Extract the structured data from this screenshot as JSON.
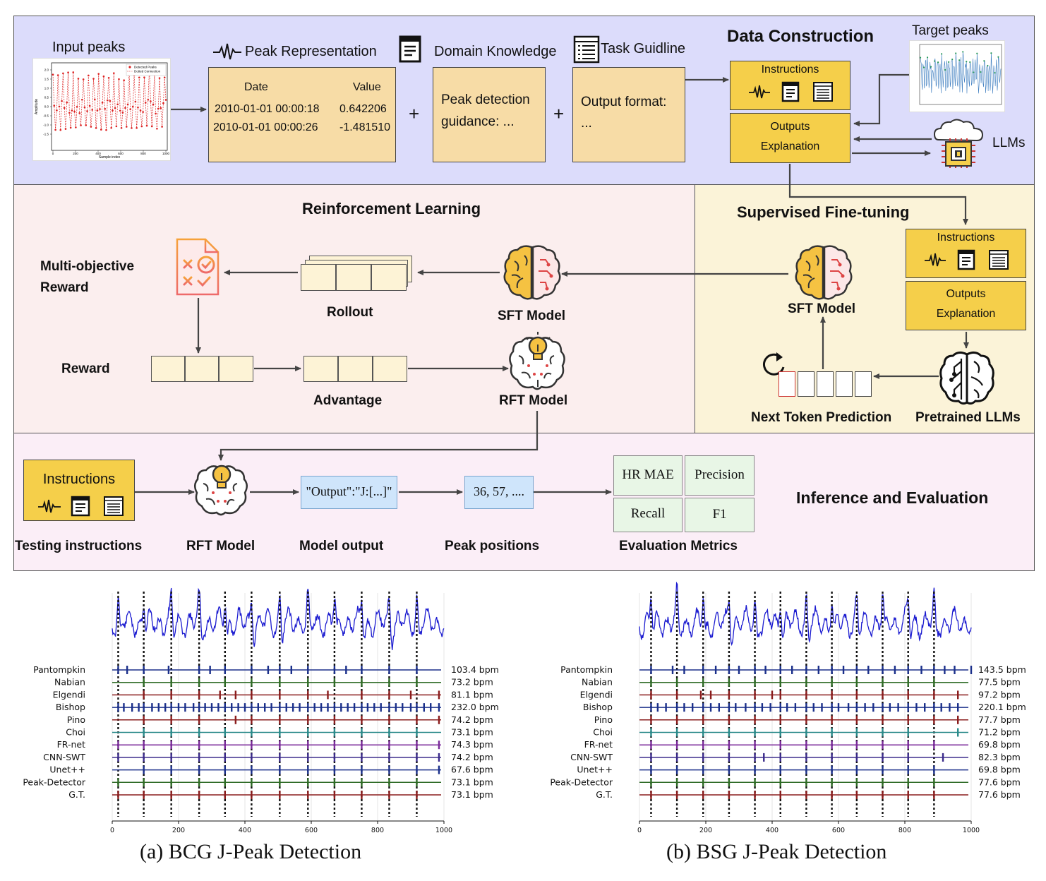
{
  "data_construction": {
    "title": "Data Construction",
    "input_peaks_label": "Input peaks",
    "input_plot": {
      "ylabel": "Amplitude",
      "xlabel": "Sample index",
      "legend": [
        "Detected Peaks",
        "Dotted Connection"
      ],
      "yticks": [
        "2.0",
        "1.5",
        "1.0",
        "0.5",
        "0.0",
        "-0.5",
        "-1.0",
        "-1.5"
      ],
      "xticks": [
        "0",
        "200",
        "400",
        "600",
        "800",
        "1000"
      ]
    },
    "peak_representation_label": "Peak Representation",
    "domain_knowledge_label": "Domain Knowledge",
    "task_guideline_label": "Task Guidline",
    "table": {
      "col_date": "Date",
      "col_value": "Value",
      "rows": [
        {
          "date": "2010-01-01 00:00:18",
          "value": "0.642206"
        },
        {
          "date": "2010-01-01 00:00:26",
          "value": "-1.481510"
        }
      ]
    },
    "plus": "+",
    "guidance_text_1": "Peak detection",
    "guidance_text_2": "guidance: ...",
    "output_format_1": "Output format:",
    "output_format_2": "...",
    "instructions": "Instructions",
    "outputs": "Outputs",
    "explanation": "Explanation",
    "target_peaks_label": "Target peaks",
    "llms_label": "LLMs"
  },
  "rl": {
    "title": "Reinforcement Learning",
    "reward_title_1": "Multi-objective",
    "reward_title_2": "Reward",
    "rollout": "Rollout",
    "sft_model": "SFT Model",
    "reward": "Reward",
    "advantage": "Advantage",
    "rft_model": "RFT Model"
  },
  "sft": {
    "title": "Supervised Fine-tuning",
    "instructions": "Instructions",
    "outputs": "Outputs",
    "explanation": "Explanation",
    "sft_model": "SFT Model",
    "next_token": "Next Token Prediction",
    "pretrained": "Pretrained LLMs"
  },
  "inference": {
    "title": "Inference and Evaluation",
    "instructions": "Instructions",
    "testing_instructions": "Testing instructions",
    "rft_model": "RFT Model",
    "model_output_box": "\"Output\":\"J:[...]\"",
    "model_output": "Model output",
    "peaks_box": "36, 57, ....",
    "peak_positions": "Peak positions",
    "metrics": [
      "HR MAE",
      "Precision",
      "Recall",
      "F1"
    ],
    "eval_metrics": "Evaluation Metrics"
  },
  "chart_data": [
    {
      "type": "line",
      "title": "(a) BCG J-Peak Detection",
      "xlim": [
        0,
        1000
      ],
      "xticks": [
        "0",
        "200",
        "400",
        "600",
        "800",
        "1000"
      ],
      "gt_peaks": [
        18,
        95,
        178,
        262,
        340,
        420,
        505,
        590,
        670,
        752,
        835,
        918
      ],
      "methods": [
        {
          "name": "Pantompkin",
          "bpm": "103.4 bpm",
          "color": "#1a2f8a",
          "peaks": [
            18,
            45,
            95,
            170,
            262,
            295,
            340,
            420,
            470,
            505,
            540,
            590,
            670,
            705,
            752,
            835,
            918
          ]
        },
        {
          "name": "Nabian",
          "bpm": "73.2 bpm",
          "color": "#2e6b25",
          "peaks": [
            95,
            178,
            262,
            340,
            420,
            505,
            590,
            670,
            752,
            835,
            918
          ]
        },
        {
          "name": "Elgendi",
          "bpm": "81.1 bpm",
          "color": "#8a1c1c",
          "peaks": [
            95,
            178,
            262,
            325,
            372,
            420,
            505,
            590,
            650,
            752,
            835,
            900,
            985
          ]
        },
        {
          "name": "Bishop",
          "bpm": "232.0 bpm",
          "color": "#1a2f8a",
          "peaks": [
            18,
            35,
            60,
            80,
            95,
            120,
            140,
            160,
            178,
            200,
            220,
            245,
            262,
            280,
            300,
            320,
            340,
            360,
            380,
            400,
            420,
            440,
            460,
            480,
            505,
            525,
            545,
            565,
            590,
            610,
            630,
            650,
            670,
            690,
            710,
            730,
            752,
            770,
            790,
            810,
            835,
            855,
            875,
            900,
            918,
            940,
            960,
            985
          ]
        },
        {
          "name": "Pino",
          "bpm": "74.2 bpm",
          "color": "#8a1c1c",
          "peaks": [
            95,
            178,
            262,
            372,
            420,
            505,
            590,
            670,
            752,
            835,
            918,
            985
          ]
        },
        {
          "name": "Choi",
          "bpm": "73.1 bpm",
          "color": "#2a8a8a",
          "peaks": [
            95,
            178,
            262,
            340,
            420,
            505,
            590,
            670,
            752,
            835,
            918
          ]
        },
        {
          "name": "FR-net",
          "bpm": "74.3 bpm",
          "color": "#7a2a9a",
          "peaks": [
            18,
            95,
            178,
            262,
            340,
            420,
            505,
            590,
            670,
            752,
            835,
            918,
            985
          ]
        },
        {
          "name": "CNN-SWT",
          "bpm": "74.2 bpm",
          "color": "#3a2a8a",
          "peaks": [
            18,
            95,
            178,
            262,
            340,
            420,
            505,
            590,
            670,
            752,
            835,
            918,
            985
          ]
        },
        {
          "name": "Unet++",
          "bpm": "67.6 bpm",
          "color": "#1a2f8a",
          "peaks": [
            95,
            178,
            262,
            340,
            420,
            505,
            590,
            670,
            752,
            835,
            918,
            985
          ]
        },
        {
          "name": "Peak-Detector",
          "bpm": "73.1 bpm",
          "color": "#2e6b25",
          "peaks": [
            18,
            95,
            178,
            262,
            340,
            420,
            505,
            590,
            670,
            752,
            835,
            918
          ]
        },
        {
          "name": "G.T.",
          "bpm": "73.1 bpm",
          "color": "#8a1c1c",
          "peaks": [
            18,
            95,
            178,
            262,
            340,
            420,
            505,
            590,
            670,
            752,
            835,
            918
          ]
        }
      ]
    },
    {
      "type": "line",
      "title": "(b) BSG J-Peak Detection",
      "xlim": [
        0,
        1000
      ],
      "xticks": [
        "0",
        "200",
        "400",
        "600",
        "800",
        "1000"
      ],
      "gt_peaks": [
        35,
        113,
        192,
        270,
        348,
        425,
        503,
        580,
        655,
        733,
        810,
        888
      ],
      "methods": [
        {
          "name": "Pantompkin",
          "bpm": "143.5 bpm",
          "color": "#1a2f8a",
          "peaks": [
            35,
            100,
            135,
            192,
            230,
            270,
            300,
            348,
            380,
            425,
            460,
            503,
            540,
            580,
            615,
            655,
            690,
            733,
            770,
            810,
            850,
            888,
            920,
            950,
            1000
          ]
        },
        {
          "name": "Nabian",
          "bpm": "77.5 bpm",
          "color": "#2e6b25",
          "peaks": [
            35,
            113,
            192,
            270,
            348,
            425,
            503,
            580,
            655,
            733,
            810,
            888
          ]
        },
        {
          "name": "Elgendi",
          "bpm": "97.2 bpm",
          "color": "#8a1c1c",
          "peaks": [
            35,
            113,
            185,
            215,
            270,
            348,
            400,
            425,
            503,
            580,
            655,
            733,
            810,
            888,
            960
          ]
        },
        {
          "name": "Bishop",
          "bpm": "220.1 bpm",
          "color": "#1a2f8a",
          "peaks": [
            35,
            55,
            80,
            113,
            135,
            160,
            192,
            215,
            240,
            270,
            290,
            320,
            348,
            370,
            395,
            425,
            445,
            470,
            503,
            525,
            550,
            580,
            600,
            630,
            655,
            680,
            705,
            733,
            755,
            780,
            810,
            835,
            860,
            888,
            910,
            935,
            960
          ]
        },
        {
          "name": "Pino",
          "bpm": "77.7 bpm",
          "color": "#8a1c1c",
          "peaks": [
            35,
            113,
            192,
            270,
            348,
            425,
            503,
            580,
            655,
            733,
            810,
            888,
            960
          ]
        },
        {
          "name": "Choi",
          "bpm": "71.2 bpm",
          "color": "#2a8a8a",
          "peaks": [
            35,
            113,
            192,
            270,
            348,
            425,
            503,
            580,
            655,
            733,
            810,
            960
          ]
        },
        {
          "name": "FR-net",
          "bpm": "69.8 bpm",
          "color": "#7a2a9a",
          "peaks": [
            35,
            113,
            192,
            270,
            348,
            425,
            503,
            580,
            655,
            733,
            810,
            888
          ]
        },
        {
          "name": "CNN-SWT",
          "bpm": "82.3 bpm",
          "color": "#3a2a8a",
          "peaks": [
            35,
            113,
            192,
            270,
            348,
            375,
            425,
            503,
            580,
            655,
            733,
            810,
            915
          ]
        },
        {
          "name": "Unet++",
          "bpm": "69.8 bpm",
          "color": "#1a2f8a",
          "peaks": [
            35,
            113,
            192,
            270,
            348,
            425,
            503,
            580,
            655,
            733,
            810,
            888
          ]
        },
        {
          "name": "Peak-Detector",
          "bpm": "77.6 bpm",
          "color": "#2e6b25",
          "peaks": [
            35,
            113,
            192,
            270,
            348,
            425,
            503,
            580,
            655,
            733,
            810,
            888
          ]
        },
        {
          "name": "G.T.",
          "bpm": "77.6 bpm",
          "color": "#8a1c1c",
          "peaks": [
            35,
            113,
            192,
            270,
            348,
            425,
            503,
            580,
            655,
            733,
            810,
            888
          ]
        }
      ]
    }
  ],
  "colors": {
    "data_panel": "#dcdcfb",
    "rl_panel": "#fbeeee",
    "sft_panel": "#fbf3d8",
    "inference_panel": "#fbeef7",
    "yellow": "#f5cf4a",
    "peach": "#f7dca6",
    "arrow": "#444444"
  }
}
